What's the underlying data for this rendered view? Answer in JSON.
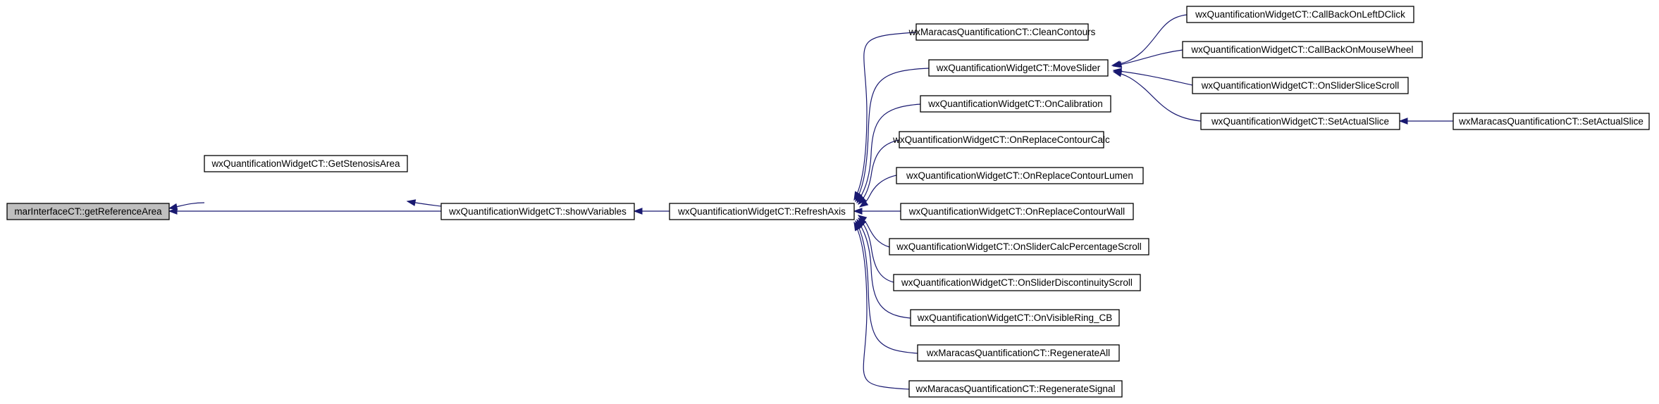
{
  "colors": {
    "edge": "#191970",
    "node_fill": "#ffffff",
    "node_border": "#000000",
    "root_fill": "#bfbfbf"
  },
  "nodes": [
    {
      "id": "root",
      "label": "marInterfaceCT::getReferenceArea",
      "highlight": true
    },
    {
      "id": "getStenosisArea",
      "label": "wxQuantificationWidgetCT::GetStenosisArea"
    },
    {
      "id": "showVariables",
      "label": "wxQuantificationWidgetCT::showVariables"
    },
    {
      "id": "refreshAxis",
      "label": "wxQuantificationWidgetCT::RefreshAxis"
    },
    {
      "id": "cleanContours",
      "label": "wxMaracasQuantificationCT::CleanContours"
    },
    {
      "id": "moveSlider",
      "label": "wxQuantificationWidgetCT::MoveSlider"
    },
    {
      "id": "onCalibration",
      "label": "wxQuantificationWidgetCT::OnCalibration"
    },
    {
      "id": "onReplaceContourCalc",
      "label": "wxQuantificationWidgetCT::OnReplaceContourCalc"
    },
    {
      "id": "onReplaceContourLumen",
      "label": "wxQuantificationWidgetCT::OnReplaceContourLumen"
    },
    {
      "id": "onReplaceContourWall",
      "label": "wxQuantificationWidgetCT::OnReplaceContourWall"
    },
    {
      "id": "onSliderCalcPercentageScroll",
      "label": "wxQuantificationWidgetCT::OnSliderCalcPercentageScroll"
    },
    {
      "id": "onSliderDiscontinuityScroll",
      "label": "wxQuantificationWidgetCT::OnSliderDiscontinuityScroll"
    },
    {
      "id": "onVisibleRingCB",
      "label": "wxQuantificationWidgetCT::OnVisibleRing_CB"
    },
    {
      "id": "regenerateAll",
      "label": "wxMaracasQuantificationCT::RegenerateAll"
    },
    {
      "id": "regenerateSignal",
      "label": "wxMaracasQuantificationCT::RegenerateSignal"
    },
    {
      "id": "callBackOnLeftDClick",
      "label": "wxQuantificationWidgetCT::CallBackOnLeftDClick"
    },
    {
      "id": "callBackOnMouseWheel",
      "label": "wxQuantificationWidgetCT::CallBackOnMouseWheel"
    },
    {
      "id": "onSliderSliceScroll",
      "label": "wxQuantificationWidgetCT::OnSliderSliceScroll"
    },
    {
      "id": "setActualSliceWidget",
      "label": "wxQuantificationWidgetCT::SetActualSlice"
    },
    {
      "id": "setActualSliceMaracas",
      "label": "wxMaracasQuantificationCT::SetActualSlice"
    }
  ],
  "edges": [
    {
      "from": "getStenosisArea",
      "to": "root"
    },
    {
      "from": "showVariables",
      "to": "root"
    },
    {
      "from": "showVariables",
      "to": "getStenosisArea"
    },
    {
      "from": "refreshAxis",
      "to": "showVariables"
    },
    {
      "from": "cleanContours",
      "to": "refreshAxis"
    },
    {
      "from": "moveSlider",
      "to": "refreshAxis"
    },
    {
      "from": "onCalibration",
      "to": "refreshAxis"
    },
    {
      "from": "onReplaceContourCalc",
      "to": "refreshAxis"
    },
    {
      "from": "onReplaceContourLumen",
      "to": "refreshAxis"
    },
    {
      "from": "onReplaceContourWall",
      "to": "refreshAxis"
    },
    {
      "from": "onSliderCalcPercentageScroll",
      "to": "refreshAxis"
    },
    {
      "from": "onSliderDiscontinuityScroll",
      "to": "refreshAxis"
    },
    {
      "from": "onVisibleRingCB",
      "to": "refreshAxis"
    },
    {
      "from": "regenerateAll",
      "to": "refreshAxis"
    },
    {
      "from": "regenerateSignal",
      "to": "refreshAxis"
    },
    {
      "from": "callBackOnLeftDClick",
      "to": "moveSlider"
    },
    {
      "from": "callBackOnMouseWheel",
      "to": "moveSlider"
    },
    {
      "from": "onSliderSliceScroll",
      "to": "moveSlider"
    },
    {
      "from": "setActualSliceWidget",
      "to": "moveSlider"
    },
    {
      "from": "setActualSliceMaracas",
      "to": "setActualSliceWidget"
    }
  ]
}
